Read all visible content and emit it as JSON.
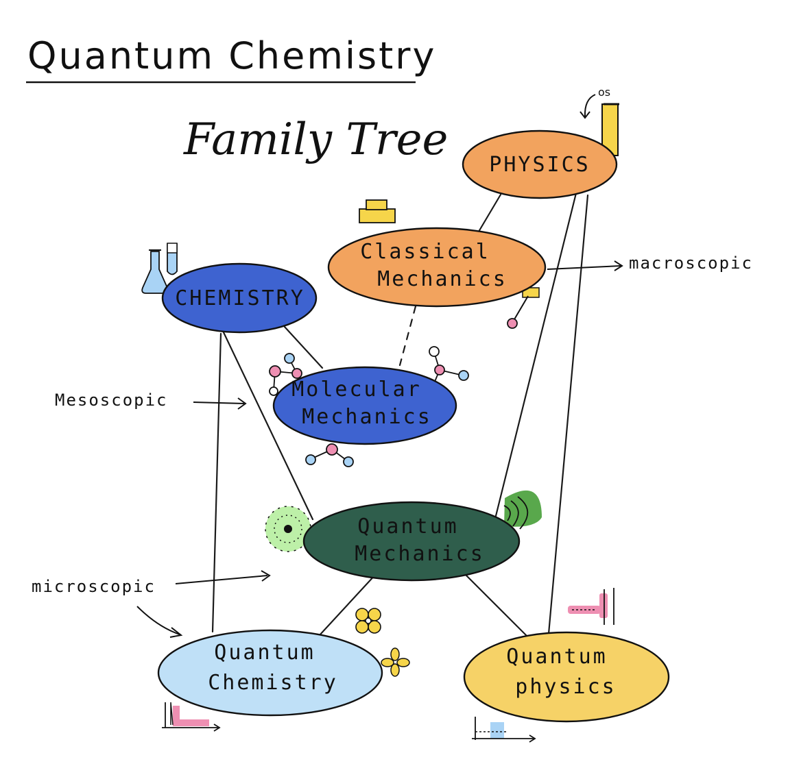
{
  "title": "Quantum Chemistry",
  "subtitle": "Family Tree",
  "nodes": {
    "physics": {
      "label": "PHYSICS",
      "color": "#F2A35E"
    },
    "classical_mechanics": {
      "line1": "Classical",
      "line2": "Mechanics",
      "color": "#F2A35E"
    },
    "chemistry": {
      "label": "CHEMISTRY",
      "color": "#3E63D0"
    },
    "molecular_mechanics": {
      "line1": "Molecular",
      "line2": "Mechanics",
      "color": "#3E63D0"
    },
    "quantum_mechanics": {
      "line1": "Quantum",
      "line2": "Mechanics",
      "color": "#2F5E4C"
    },
    "quantum_chemistry": {
      "line1": "Quantum",
      "line2": "Chemistry",
      "color": "#BFE0F7"
    },
    "quantum_physics": {
      "line1": "Quantum",
      "line2": "physics",
      "color": "#F6D267"
    }
  },
  "notes": {
    "macroscopic": "macroscopic",
    "mesoscopic": "Mesoscopic",
    "microscopic": "microscopic",
    "small_os": "os"
  },
  "icons": [
    "flask-icon",
    "test-tube-icon",
    "book-icon",
    "pendulum-icon",
    "molecule-icon",
    "atom-cloud-icon",
    "wave-icon",
    "flower-icon",
    "graph-icon",
    "ruler-icon",
    "thermometer-icon"
  ],
  "accent_colors": {
    "yellow": "#F6D54A",
    "pink": "#EE8FB2",
    "lightblue": "#A9D3F5",
    "green": "#59A84C",
    "lightgreen": "#BDF0A8"
  }
}
